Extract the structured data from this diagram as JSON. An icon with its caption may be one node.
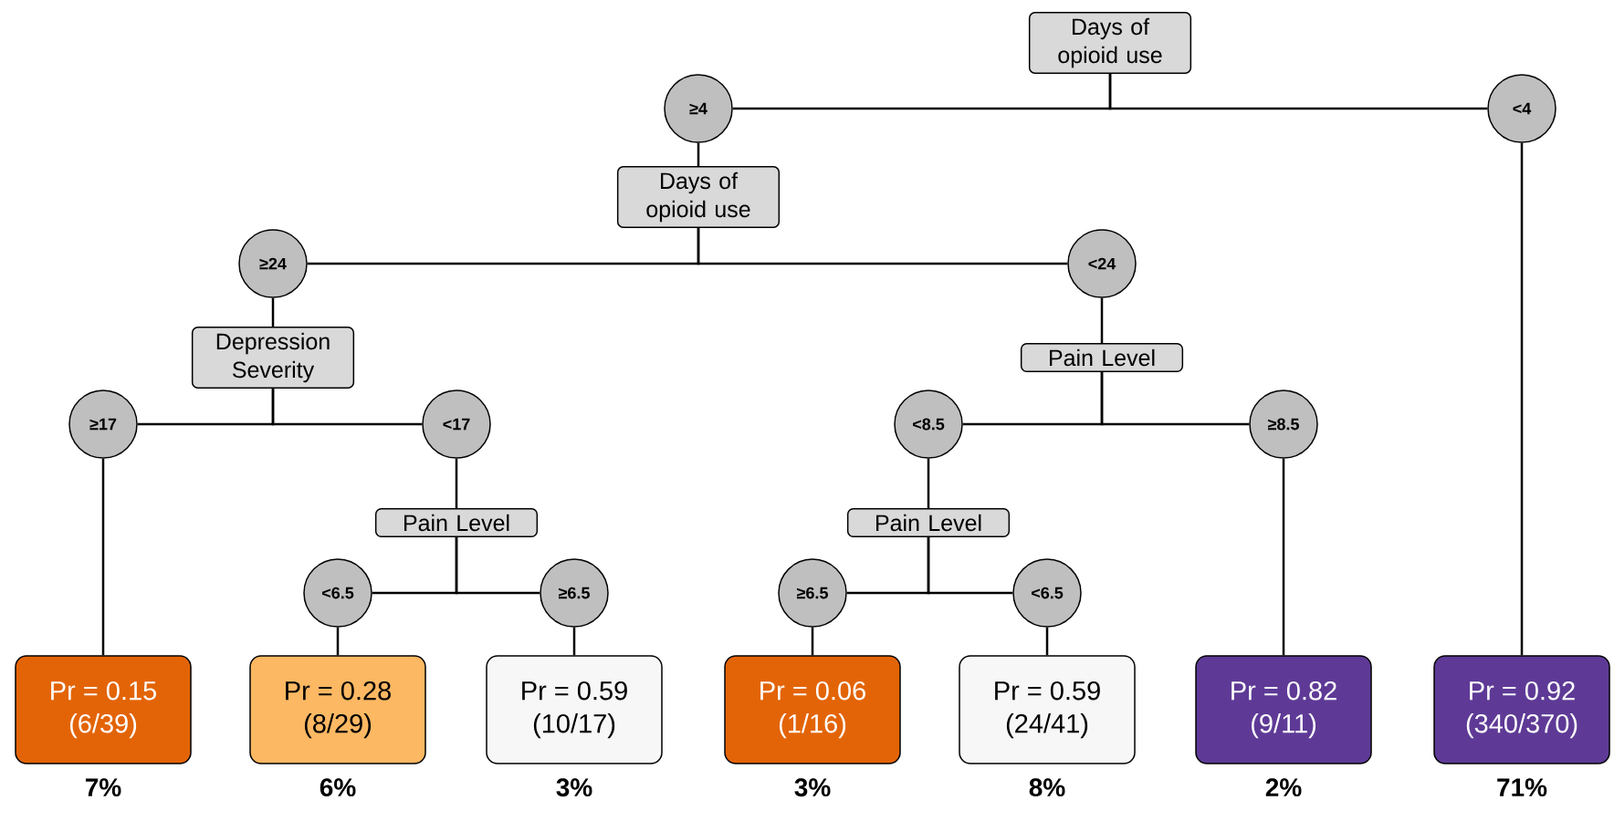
{
  "diagram": {
    "nodes": [
      {
        "text": [
          "Days of opioid use"
        ]
      },
      {
        "text": [
          "≥4"
        ]
      },
      {
        "text": [
          "<4"
        ]
      },
      {
        "text": [
          "Days of opioid use"
        ]
      },
      {
        "text": [
          "≥24"
        ]
      },
      {
        "text": [
          "<24"
        ]
      },
      {
        "text": [
          "Depression Severity"
        ]
      },
      {
        "text": [
          "Pain Level"
        ]
      },
      {
        "text": [
          "≥17"
        ]
      },
      {
        "text": [
          "<17"
        ]
      },
      {
        "text": [
          "<8.5"
        ]
      },
      {
        "text": [
          "≥8.5"
        ]
      },
      {
        "text": [
          "Pain Level"
        ]
      },
      {
        "text": [
          "Pain Level"
        ]
      },
      {
        "text": [
          "<6.5"
        ]
      },
      {
        "text": [
          "≥6.5"
        ]
      },
      {
        "text": [
          "≥6.5"
        ]
      },
      {
        "text": [
          "<6.5"
        ]
      },
      {
        "text": [
          "Pr = 0.15",
          "(6/39)"
        ],
        "beside": [
          "7%"
        ]
      },
      {
        "text": [
          "Pr = 0.28",
          "(8/29)"
        ],
        "beside": [
          "6%"
        ]
      },
      {
        "text": [
          "Pr = 0.59",
          "(10/17)"
        ],
        "beside": [
          "3%"
        ]
      },
      {
        "text": [
          "Pr = 0.06",
          "(1/16)"
        ],
        "beside": [
          "3%"
        ]
      },
      {
        "text": [
          "Pr = 0.59",
          "(24/41)"
        ],
        "beside": [
          "8%"
        ]
      },
      {
        "text": [
          "Pr = 0.82",
          "(9/11)"
        ],
        "beside": [
          "2%"
        ]
      },
      {
        "text": [
          "Pr = 0.92",
          "(340/370)"
        ],
        "beside": [
          "71%"
        ]
      }
    ],
    "edges": [
      {
        "from": 0,
        "to": 1,
        "arrow": "none"
      },
      {
        "from": 0,
        "to": 2,
        "arrow": "none"
      },
      {
        "from": 1,
        "to": 3,
        "arrow": "none"
      },
      {
        "from": 2,
        "to": 24,
        "arrow": "none"
      },
      {
        "from": 3,
        "to": 4,
        "arrow": "none"
      },
      {
        "from": 3,
        "to": 5,
        "arrow": "none"
      },
      {
        "from": 4,
        "to": 6,
        "arrow": "none"
      },
      {
        "from": 5,
        "to": 7,
        "arrow": "none"
      },
      {
        "from": 6,
        "to": 8,
        "arrow": "none"
      },
      {
        "from": 6,
        "to": 9,
        "arrow": "none"
      },
      {
        "from": 7,
        "to": 10,
        "arrow": "none"
      },
      {
        "from": 7,
        "to": 11,
        "arrow": "none"
      },
      {
        "from": 8,
        "to": 18,
        "arrow": "none"
      },
      {
        "from": 9,
        "to": 12,
        "arrow": "none"
      },
      {
        "from": 10,
        "to": 13,
        "arrow": "none"
      },
      {
        "from": 11,
        "to": 23,
        "arrow": "none"
      },
      {
        "from": 12,
        "to": 14,
        "arrow": "none"
      },
      {
        "from": 12,
        "to": 15,
        "arrow": "none"
      },
      {
        "from": 13,
        "to": 16,
        "arrow": "none"
      },
      {
        "from": 13,
        "to": 17,
        "arrow": "none"
      },
      {
        "from": 14,
        "to": 19,
        "arrow": "none"
      },
      {
        "from": 15,
        "to": 20,
        "arrow": "none"
      },
      {
        "from": 16,
        "to": 21,
        "arrow": "none"
      },
      {
        "from": 17,
        "to": 22,
        "arrow": "none"
      }
    ]
  }
}
